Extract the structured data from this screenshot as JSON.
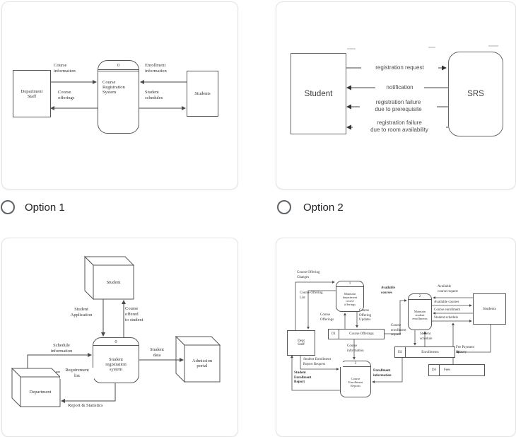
{
  "options": {
    "option1": "Option 1",
    "option2": "Option 2"
  },
  "diagram1": {
    "process_id": "0",
    "process_label": "Course\nRegistration\nSystem",
    "entity_left": "Department\nStaff",
    "entity_right": "Students",
    "flow_course_information": "Course\ninformation",
    "flow_course_offerings": "Course\nofferings",
    "flow_enrollment_information": "Enrollment\ninformation",
    "flow_student_schedules": "Student\nschedules"
  },
  "diagram2": {
    "entity_left": "Student",
    "entity_right": "SRS",
    "flow_registration_request": "registration request",
    "flow_notification": "notification",
    "flow_failure_prerequisite": "registration failure\ndue to prerequisite",
    "flow_failure_room": "registration failure\ndue to room availability"
  },
  "diagram3": {
    "process_id": "0",
    "process_label": "Student\nregistration\nsystem",
    "entity_student": "Student",
    "entity_admission": "Admission\nportal",
    "entity_department": "Department",
    "flow_student_application": "Student\nApplication",
    "flow_course_offered": "Course\noffered\nto student",
    "flow_schedule_information": "Schedule\ninformation",
    "flow_requirement_list": "Requirement\nlist",
    "flow_student_data": "Student\ndata",
    "flow_report_statistics": "Report & Statistics"
  },
  "diagram4": {
    "process1_id": "1",
    "process1_label": "Maintain\ndepartment\ncourse\nofferings",
    "process2_id": "2",
    "process2_label": "Maintain\nstudent\nenrollments",
    "process3_id": "3",
    "process3_label": "Course\nEnrollment\nReports",
    "entity_dept_staff": "Dept\nStaff",
    "entity_students": "Students",
    "store1_id": "D1",
    "store1_label": "Course Offerings",
    "store2_id": "D2",
    "store2_label": "Enrollments",
    "store3_id": "D3",
    "store3_label": "Fees",
    "flow_course_offering_changes": "Course Offering\nChanges",
    "flow_course_offering_list": "Course Offering\nList",
    "flow_course_offerings": "Course\nOfferings",
    "flow_course_offering_updates": "Course\nOffering\nUpdates",
    "flow_available_courses": "Available\ncourses",
    "flow_available_course_request": "Available\ncourse request",
    "flow_available_courses_out": "Available courses",
    "flow_course_enrollment": "Course enrollment",
    "flow_student_schedule_out": "Student schedule",
    "flow_course_enrollment_request": "Course\nenrollment\nrequest",
    "flow_student_schedule_store": "Student\nschedule",
    "flow_fee_payment_history": "Fee Payment\nHistory",
    "flow_course_information": "Course\ninformation",
    "flow_enrollment_report_request": "Student Enrollment\nReport Request",
    "flow_enrollment_report": "Student\nEnrollment\nReport",
    "flow_enrollment_information": "Enrollment\ninformation"
  },
  "colors": {
    "line": "#4a4a4a",
    "card_border": "#e3e3e3",
    "radio_border": "#5f6368"
  }
}
